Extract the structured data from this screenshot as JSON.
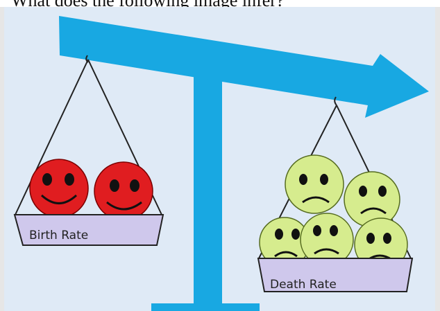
{
  "question": "What does the following image infer?",
  "left_pan": {
    "label": "Birth Rate",
    "smiley_count": 2,
    "face": "happy"
  },
  "right_pan": {
    "label": "Death Rate",
    "smiley_count": 5,
    "face": "sad"
  },
  "colors": {
    "background": "#dfeaf6",
    "beam": "#18a8e2",
    "pan": "#cfc8ec",
    "happy_face": "#e01d20",
    "sad_face": "#d6ec8e"
  }
}
